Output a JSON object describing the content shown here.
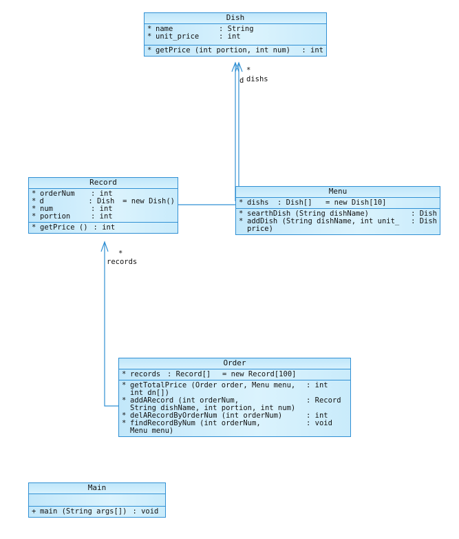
{
  "classes": {
    "dish": {
      "name": "Dish",
      "attributes": [
        {
          "vis": "*",
          "name": "name",
          "type": ": String"
        },
        {
          "vis": "*",
          "name": "unit_price",
          "type": ": int"
        }
      ],
      "operations": [
        {
          "vis": "*",
          "sig": "getPrice (int portion, int num)",
          "ret": ": int"
        }
      ]
    },
    "record": {
      "name": "Record",
      "attributes": [
        {
          "vis": "*",
          "name": "orderNum",
          "type": ": int",
          "init": ""
        },
        {
          "vis": "*",
          "name": "d",
          "type": ": Dish",
          "init": "= new Dish()"
        },
        {
          "vis": "*",
          "name": "num",
          "type": ": int",
          "init": ""
        },
        {
          "vis": "*",
          "name": "portion",
          "type": ": int",
          "init": ""
        }
      ],
      "operations": [
        {
          "vis": "*",
          "sig": "getPrice ()",
          "ret": ": int"
        }
      ]
    },
    "menu": {
      "name": "Menu",
      "attributes": [
        {
          "vis": "*",
          "name": "dishs",
          "type": ": Dish[]",
          "init": "= new Dish[10]"
        }
      ],
      "operations": [
        {
          "vis": "*",
          "sig": "searthDish (String dishName)",
          "ret": ": Dish",
          "cont": ""
        },
        {
          "vis": "*",
          "sig": "addDish (String dishName, int unit_",
          "ret": ": Dish",
          "cont": "price)"
        }
      ]
    },
    "order": {
      "name": "Order",
      "attributes": [
        {
          "vis": "*",
          "name": "records",
          "type": ": Record[]",
          "init": "= new Record[100]"
        }
      ],
      "operations": [
        {
          "vis": "*",
          "sig": "getTotalPrice (Order order, Menu menu,",
          "ret": ": int",
          "cont": "int dn[])"
        },
        {
          "vis": "*",
          "sig": "addARecord (int orderNum,",
          "ret": ": Record",
          "cont": "String dishName, int portion, int num)"
        },
        {
          "vis": "*",
          "sig": "delARecordByOrderNum (int orderNum)",
          "ret": ": int",
          "cont": ""
        },
        {
          "vis": "*",
          "sig": "findRecordByNum (int orderNum,",
          "ret": ": void",
          "cont": "Menu menu)"
        }
      ]
    },
    "main": {
      "name": "Main",
      "attributes": [],
      "operations": [
        {
          "vis": "+",
          "sig": "main (String args[])",
          "ret": ": void"
        }
      ]
    }
  },
  "associations": {
    "menu_dish": {
      "multiplicity": "*",
      "role": "dishs",
      "role_prefix": "d"
    },
    "order_record": {
      "multiplicity": "*",
      "role": "records"
    }
  },
  "colors": {
    "border": "#2f8fd3",
    "fill": "#c9ebfb",
    "line": "#2f8fd3"
  }
}
